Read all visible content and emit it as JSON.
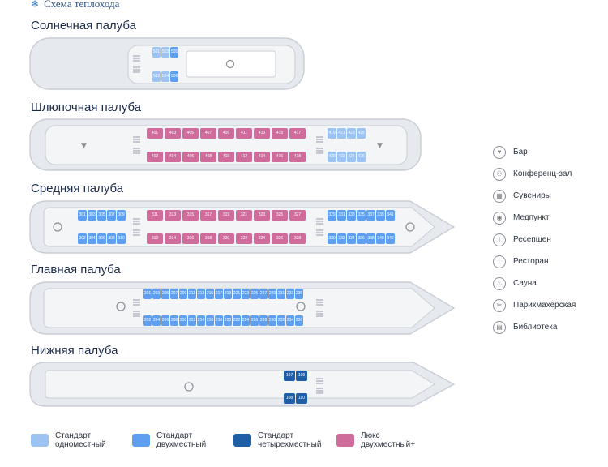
{
  "header": {
    "title": "Схема теплохода"
  },
  "colors": {
    "single": "#9cc3f2",
    "double": "#5e9ff0",
    "quad": "#1f5fa8",
    "lux": "#cf6c9c"
  },
  "decks": [
    {
      "name": "Солнечная палуба"
    },
    {
      "name": "Шлюпочная палуба"
    },
    {
      "name": "Средняя палуба"
    },
    {
      "name": "Главная палуба"
    },
    {
      "name": "Нижняя палуба"
    }
  ],
  "cabins": {
    "sun": {
      "top": [
        "501",
        "503",
        "505"
      ],
      "bottom": [
        "502",
        "504",
        "506"
      ]
    },
    "boat": {
      "lux_top": [
        "401",
        "403",
        "405",
        "407",
        "409",
        "411",
        "413",
        "415",
        "417"
      ],
      "lux_bottom": [
        "402",
        "404",
        "406",
        "408",
        "410",
        "412",
        "414",
        "416",
        "418"
      ],
      "std_top": [
        "419",
        "421",
        "423",
        "425"
      ],
      "std_bottom": [
        "420",
        "422",
        "424",
        "426"
      ]
    },
    "middle": {
      "left_top": [
        "301",
        "303",
        "305",
        "307",
        "309"
      ],
      "left_bottom": [
        "302",
        "304",
        "306",
        "308",
        "310"
      ],
      "lux_top": [
        "311",
        "313",
        "315",
        "317",
        "319",
        "321",
        "323",
        "325",
        "327"
      ],
      "lux_bottom": [
        "312",
        "314",
        "316",
        "318",
        "320",
        "322",
        "324",
        "326",
        "328"
      ],
      "right_top": [
        "329",
        "331",
        "333",
        "335",
        "337",
        "339",
        "341"
      ],
      "right_bottom": [
        "330",
        "332",
        "334",
        "336",
        "338",
        "340",
        "342"
      ]
    },
    "main": {
      "top": [
        "201",
        "203",
        "205",
        "207",
        "209",
        "211",
        "213",
        "215",
        "217",
        "219",
        "221",
        "223",
        "225",
        "227",
        "229",
        "231",
        "233",
        "235"
      ],
      "bottom": [
        "202",
        "204",
        "206",
        "208",
        "210",
        "212",
        "214",
        "216",
        "218",
        "220",
        "222",
        "224",
        "226",
        "228",
        "230",
        "232",
        "234",
        "236"
      ]
    },
    "lower": {
      "top": [
        "107",
        "109"
      ],
      "bottom": [
        "108",
        "110"
      ]
    }
  },
  "amenities": [
    {
      "label": "Бар",
      "icon": "bar-icon",
      "glyph": "♥"
    },
    {
      "label": "Конференц-зал",
      "icon": "conference-icon",
      "glyph": "⚇"
    },
    {
      "label": "Сувениры",
      "icon": "souvenir-icon",
      "glyph": "▦"
    },
    {
      "label": "Медпункт",
      "icon": "medical-icon",
      "glyph": "◉"
    },
    {
      "label": "Ресепшен",
      "icon": "reception-icon",
      "glyph": "i"
    },
    {
      "label": "Ресторан",
      "icon": "restaurant-icon",
      "glyph": "⫶"
    },
    {
      "label": "Сауна",
      "icon": "sauna-icon",
      "glyph": "♨"
    },
    {
      "label": "Парикмахерская",
      "icon": "barber-icon",
      "glyph": "✂"
    },
    {
      "label": "Библиотека",
      "icon": "library-icon",
      "glyph": "▤"
    }
  ],
  "cabin_types": [
    {
      "line1": "Стандарт",
      "line2": "одноместный",
      "color": "#9cc3f2"
    },
    {
      "line1": "Стандарт",
      "line2": "двухместный",
      "color": "#5e9ff0"
    },
    {
      "line1": "Стандарт",
      "line2": "четырехместный",
      "color": "#1f5fa8"
    },
    {
      "line1": "Люкс",
      "line2": "двухместный+",
      "color": "#cf6c9c"
    }
  ]
}
